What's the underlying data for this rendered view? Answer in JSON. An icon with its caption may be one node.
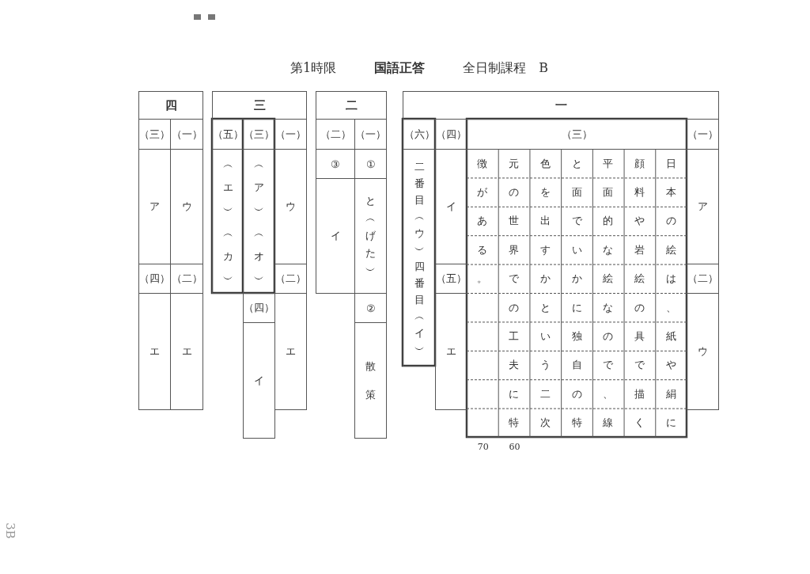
{
  "diagram": {
    "title": "第1時限　　　**国語正答**　　　全日制課程　B",
    "nodes": [
      {
        "text": [
          "四"
        ]
      },
      {
        "text": [
          "（三）"
        ]
      },
      {
        "text": [
          "（一）"
        ]
      },
      {
        "text": [
          "ア"
        ]
      },
      {
        "text": [
          "ウ"
        ]
      },
      {
        "text": [
          "（四）"
        ]
      },
      {
        "text": [
          "（二）"
        ]
      },
      {
        "text": [
          "エ"
        ]
      },
      {
        "text": [
          "エ"
        ]
      },
      {
        "text": [
          "三"
        ]
      },
      {
        "text": [
          "（五）"
        ]
      },
      {
        "text": [
          "（三）"
        ]
      },
      {
        "text": [
          "（一）"
        ]
      },
      {
        "text": [
          "︵エ︶︵カ︶"
        ]
      },
      {
        "text": [
          "︵ア︶︵オ︶"
        ]
      },
      {
        "text": [
          "ウ"
        ]
      },
      {
        "text": [
          "（二）"
        ]
      },
      {
        "text": [
          "（四）"
        ]
      },
      {
        "text": [
          "エ"
        ]
      },
      {
        "text": [
          "イ"
        ]
      },
      {
        "text": [
          "二"
        ]
      },
      {
        "text": [
          "（二）"
        ]
      },
      {
        "text": [
          "（一）"
        ]
      },
      {
        "text": [
          "③"
        ]
      },
      {
        "text": [
          "①"
        ]
      },
      {
        "text": [
          "イ"
        ]
      },
      {
        "text": [
          "と︵げた︶"
        ]
      },
      {
        "text": [
          "②"
        ]
      },
      {
        "text": [
          "散策"
        ]
      },
      {
        "text": [
          "一"
        ]
      },
      {
        "text": [
          "（六）"
        ]
      },
      {
        "text": [
          "（四）"
        ]
      },
      {
        "text": [
          "（三）"
        ]
      },
      {
        "text": [
          "（一）"
        ]
      },
      {
        "text": [
          "二番目︵ウ︶四番目︵イ︶"
        ]
      },
      {
        "text": [
          "イ"
        ]
      },
      {
        "text": [
          "日本の絵は、紙や絹に顔料や岩絵の具で描く平面的な絵なので、線と面でいかに独自の特色を出すかという二次元の世界での工夫に特徴がある。"
        ],
        "beside": [
          "70",
          "60"
        ]
      },
      {
        "text": [
          "ア"
        ]
      },
      {
        "text": [
          "（五）"
        ]
      },
      {
        "text": [
          "（二）"
        ]
      },
      {
        "text": [
          "エ"
        ]
      },
      {
        "text": [
          "ウ"
        ]
      }
    ],
    "labels": [
      "3B"
    ]
  }
}
